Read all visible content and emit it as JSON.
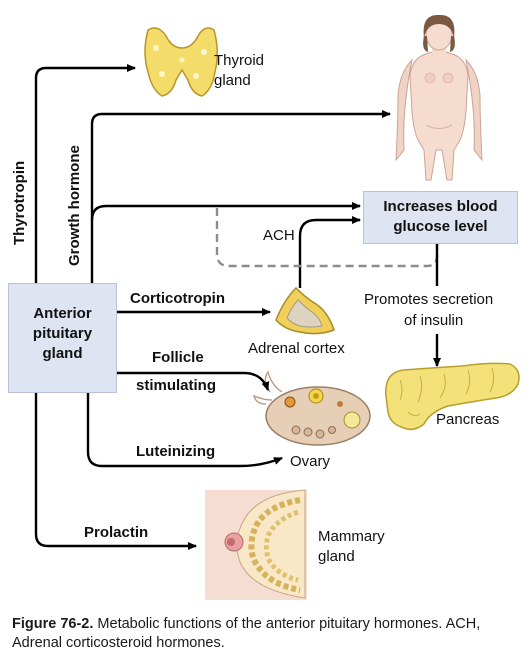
{
  "boxes": {
    "pituitary": [
      "Anterior",
      "pituitary",
      "gland"
    ],
    "glucose": [
      "Increases blood",
      "glucose level"
    ]
  },
  "hormones": {
    "thyrotropin": "Thyrotropin",
    "growth_hormone": "Growth hormone",
    "corticotropin": "Corticotropin",
    "follicle": "Follicle",
    "stimulating": "stimulating",
    "luteinizing": "Luteinizing",
    "prolactin": "Prolactin"
  },
  "targets": {
    "thyroid": [
      "Thyroid",
      "gland"
    ],
    "adrenal_cortex": "Adrenal cortex",
    "ovary": "Ovary",
    "pancreas": "Pancreas",
    "mammary": [
      "Mammary",
      "gland"
    ]
  },
  "annotations": {
    "ach": "ACH",
    "promotes": [
      "Promotes secretion",
      "of insulin"
    ]
  },
  "caption": {
    "figure_label": "Figure 76-2.",
    "text": "Metabolic functions of the anterior pituitary hormones. ACH, Adrenal corticosteroid hormones."
  },
  "colors": {
    "arrow": "#000000",
    "box_fill": "#dfe4f3",
    "dashed": "#8c8c8c",
    "gland_yellow": "#f3dc6a",
    "skin": "#f4d9cf"
  }
}
